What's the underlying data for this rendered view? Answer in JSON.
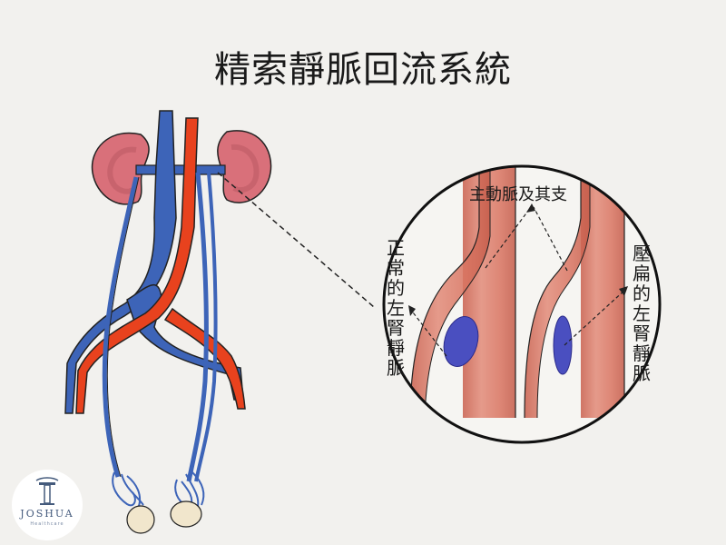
{
  "title": "精索靜脈回流系統",
  "labels": {
    "aorta_branches": "主動脈及其支",
    "normal_left_renal_vein": "正常的左腎靜脈",
    "compressed_left_renal_vein": "壓扁的左腎靜脈"
  },
  "logo": {
    "name": "JOSHUA",
    "tagline": "Healthcare"
  },
  "colors": {
    "artery": "#e8421e",
    "vein": "#3d64b8",
    "kidney": "#d9707a",
    "vessel_detail": "#d97d6a",
    "vein_lumen": "#4a4fc0",
    "testis": "#f1e6cc"
  }
}
